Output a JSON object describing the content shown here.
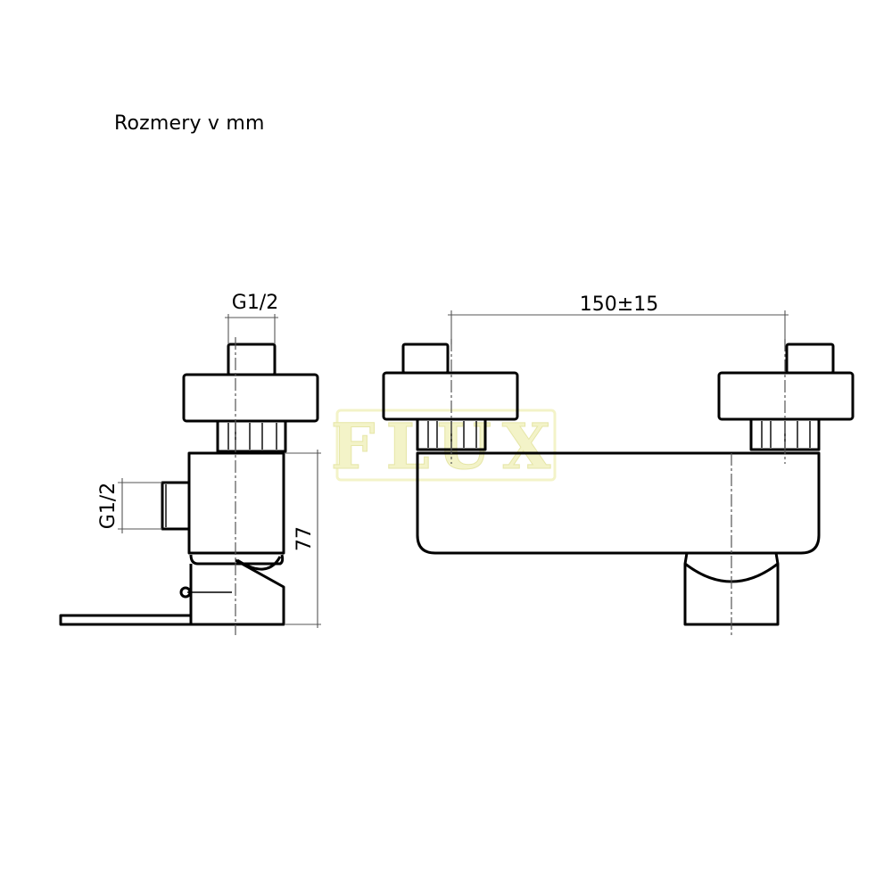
{
  "title": "Rozmery v mm",
  "dimensions": {
    "side_top_thread": "G1/2",
    "side_inlet_thread": "G1/2",
    "height": "77",
    "spacing": "150±15"
  },
  "watermark": {
    "text": "FLUX",
    "color": "#f3f3c8"
  },
  "colors": {
    "line": "#000000",
    "dimension_line": "#555555",
    "background": "#ffffff"
  }
}
